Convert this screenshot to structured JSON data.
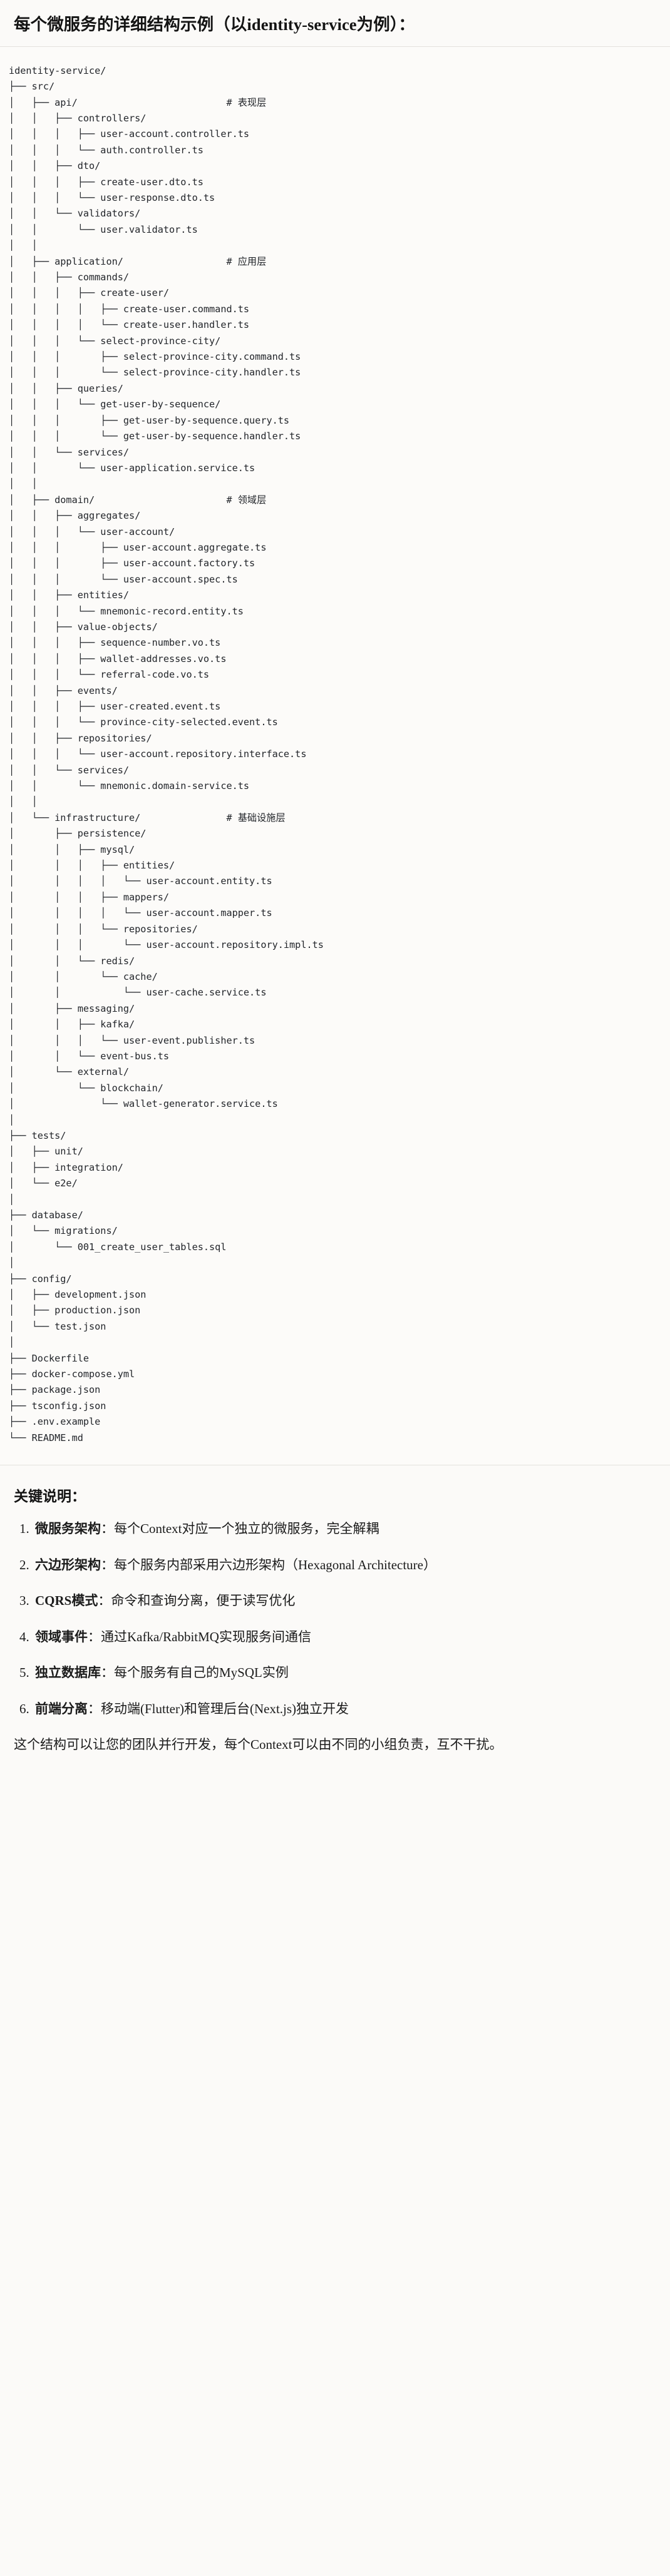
{
  "heading": {
    "prefix": "每个微服务的详细结构示例（以",
    "mono": "identity-service",
    "suffix": "为例）："
  },
  "tree": {
    "root": "identity-service/",
    "comments": {
      "api": "# 表现层",
      "application": "# 应用层",
      "domain": "# 领域层",
      "infrastructure": "# 基础设施层"
    },
    "text": "identity-service/\n├── src/\n│   ├── api/                          # 表现层\n│   │   ├── controllers/\n│   │   │   ├── user-account.controller.ts\n│   │   │   └── auth.controller.ts\n│   │   ├── dto/\n│   │   │   ├── create-user.dto.ts\n│   │   │   └── user-response.dto.ts\n│   │   └── validators/\n│   │       └── user.validator.ts\n│   │\n│   ├── application/                  # 应用层\n│   │   ├── commands/\n│   │   │   ├── create-user/\n│   │   │   │   ├── create-user.command.ts\n│   │   │   │   └── create-user.handler.ts\n│   │   │   └── select-province-city/\n│   │   │       ├── select-province-city.command.ts\n│   │   │       └── select-province-city.handler.ts\n│   │   ├── queries/\n│   │   │   └── get-user-by-sequence/\n│   │   │       ├── get-user-by-sequence.query.ts\n│   │   │       └── get-user-by-sequence.handler.ts\n│   │   └── services/\n│   │       └── user-application.service.ts\n│   │\n│   ├── domain/                       # 领域层\n│   │   ├── aggregates/\n│   │   │   └── user-account/\n│   │   │       ├── user-account.aggregate.ts\n│   │   │       ├── user-account.factory.ts\n│   │   │       └── user-account.spec.ts\n│   │   ├── entities/\n│   │   │   └── mnemonic-record.entity.ts\n│   │   ├── value-objects/\n│   │   │   ├── sequence-number.vo.ts\n│   │   │   ├── wallet-addresses.vo.ts\n│   │   │   └── referral-code.vo.ts\n│   │   ├── events/\n│   │   │   ├── user-created.event.ts\n│   │   │   └── province-city-selected.event.ts\n│   │   ├── repositories/\n│   │   │   └── user-account.repository.interface.ts\n│   │   └── services/\n│   │       └── mnemonic.domain-service.ts\n│   │\n│   └── infrastructure/               # 基础设施层\n│       ├── persistence/\n│       │   ├── mysql/\n│       │   │   ├── entities/\n│       │   │   │   └── user-account.entity.ts\n│       │   │   ├── mappers/\n│       │   │   │   └── user-account.mapper.ts\n│       │   │   └── repositories/\n│       │   │       └── user-account.repository.impl.ts\n│       │   └── redis/\n│       │       └── cache/\n│       │           └── user-cache.service.ts\n│       ├── messaging/\n│       │   ├── kafka/\n│       │   │   └── user-event.publisher.ts\n│       │   └── event-bus.ts\n│       └── external/\n│           └── blockchain/\n│               └── wallet-generator.service.ts\n│\n├── tests/\n│   ├── unit/\n│   ├── integration/\n│   └── e2e/\n│\n├── database/\n│   └── migrations/\n│       └── 001_create_user_tables.sql\n│\n├── config/\n│   ├── development.json\n│   ├── production.json\n│   └── test.json\n│\n├── Dockerfile\n├── docker-compose.yml\n├── package.json\n├── tsconfig.json\n├── .env.example\n└── README.md"
  },
  "notes": {
    "title": "关键说明：",
    "items": [
      {
        "name": "微服务架构",
        "desc": "：每个Context对应一个独立的微服务，完全解耦"
      },
      {
        "name": "六边形架构",
        "desc": "：每个服务内部采用六边形架构（Hexagonal Architecture）"
      },
      {
        "name": "CQRS模式",
        "desc": "：命令和查询分离，便于读写优化"
      },
      {
        "name": "领域事件",
        "desc": "：通过Kafka/RabbitMQ实现服务间通信"
      },
      {
        "name": "独立数据库",
        "desc": "：每个服务有自己的MySQL实例"
      },
      {
        "name": "前端分离",
        "desc": "：移动端(Flutter)和管理后台(Next.js)独立开发"
      }
    ],
    "closing": "这个结构可以让您的团队并行开发，每个Context可以由不同的小组负责，互不干扰。"
  }
}
